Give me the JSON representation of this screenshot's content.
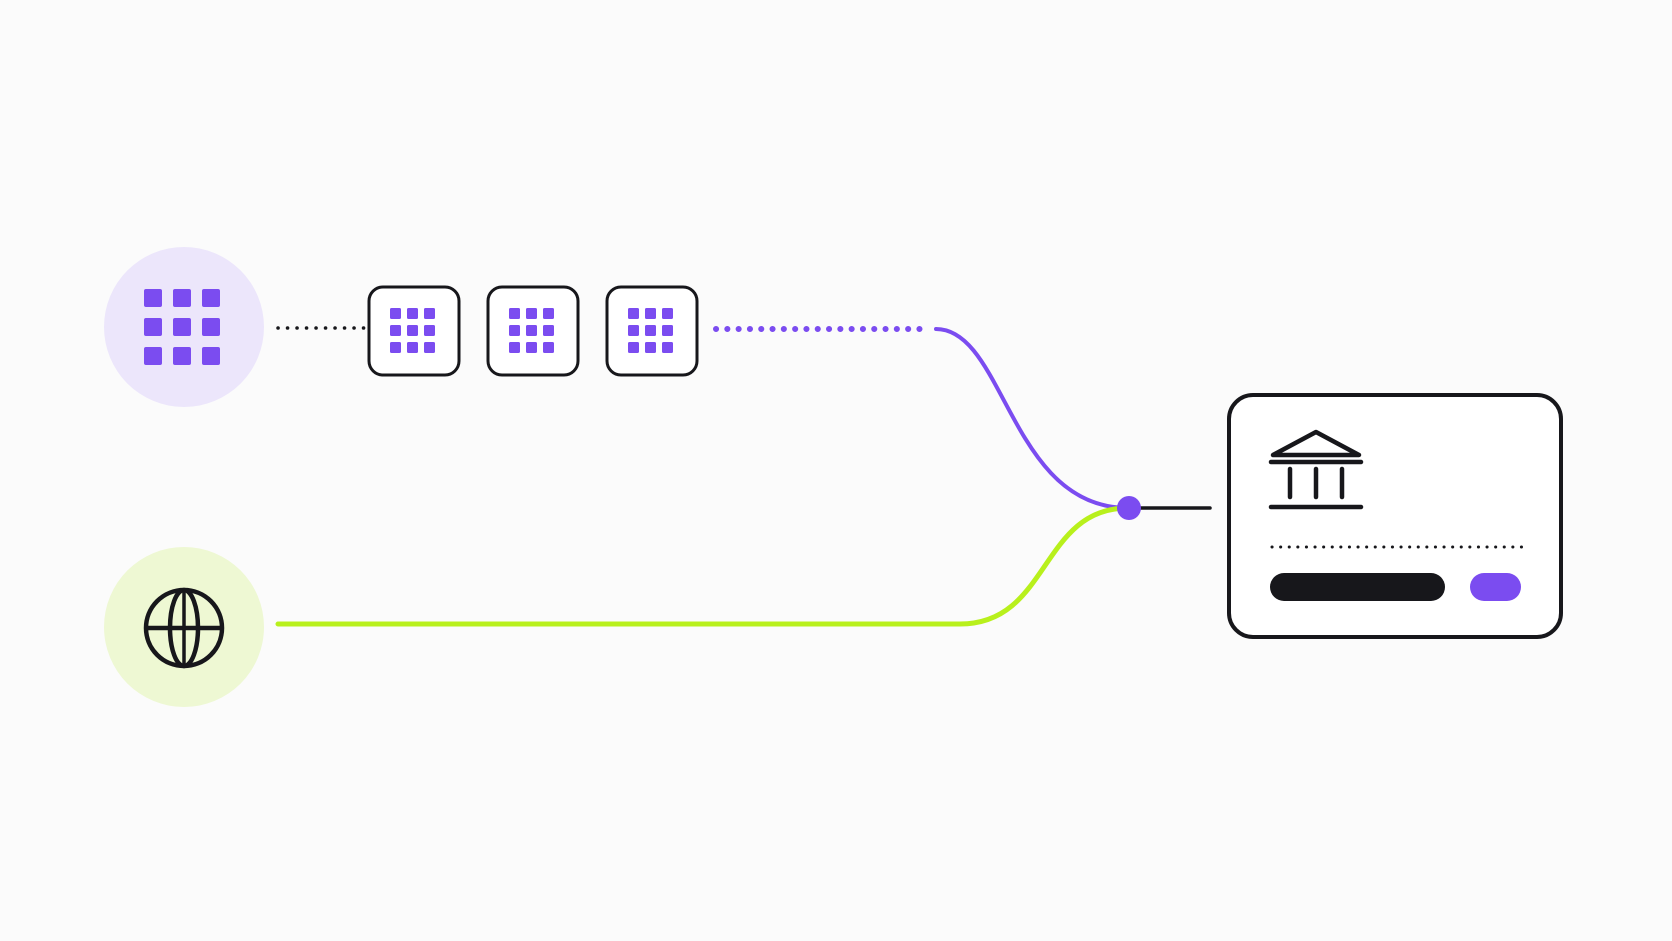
{
  "colors": {
    "background": "#fbfbfb",
    "ink": "#17171b",
    "purple": "#7b4cf0",
    "purple_soft": "#ece6fb",
    "lime": "#b8f01c",
    "lime_soft": "#eef8d3",
    "card_fill": "#ffffff"
  },
  "nodes": {
    "apps_source": {
      "icon": "grid-icon",
      "tone": "purple"
    },
    "web_source": {
      "icon": "globe-icon",
      "tone": "lime"
    },
    "packets": [
      {
        "icon": "grid-icon"
      },
      {
        "icon": "grid-icon"
      },
      {
        "icon": "grid-icon"
      }
    ],
    "merge_point": {
      "tone": "purple"
    },
    "bank_card": {
      "icon": "bank-icon"
    }
  },
  "connections": [
    {
      "from": "apps_source",
      "to": "packets",
      "style": "dotted",
      "tone": "ink"
    },
    {
      "from": "packets",
      "to": "merge_point",
      "style": "dotted-then-solid",
      "tone": "purple"
    },
    {
      "from": "web_source",
      "to": "merge_point",
      "style": "solid",
      "tone": "lime"
    },
    {
      "from": "merge_point",
      "to": "bank_card",
      "style": "solid",
      "tone": "ink"
    }
  ]
}
